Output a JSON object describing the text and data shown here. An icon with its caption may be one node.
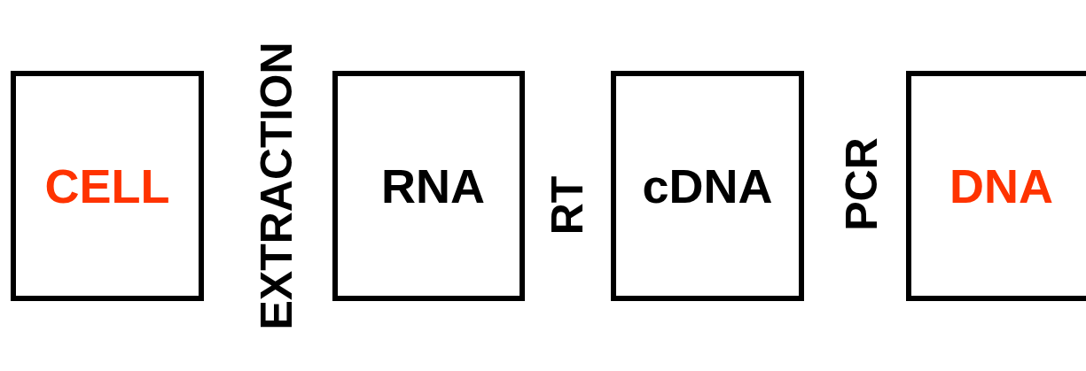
{
  "diagram": {
    "nodes": [
      {
        "text": [
          "CELL"
        ]
      },
      {
        "text": [
          "RNA"
        ]
      },
      {
        "text": [
          "cDNA"
        ]
      },
      {
        "text": [
          "DNA"
        ]
      }
    ],
    "labels": [
      "EXTRACTION",
      "RT",
      "PCR"
    ]
  }
}
